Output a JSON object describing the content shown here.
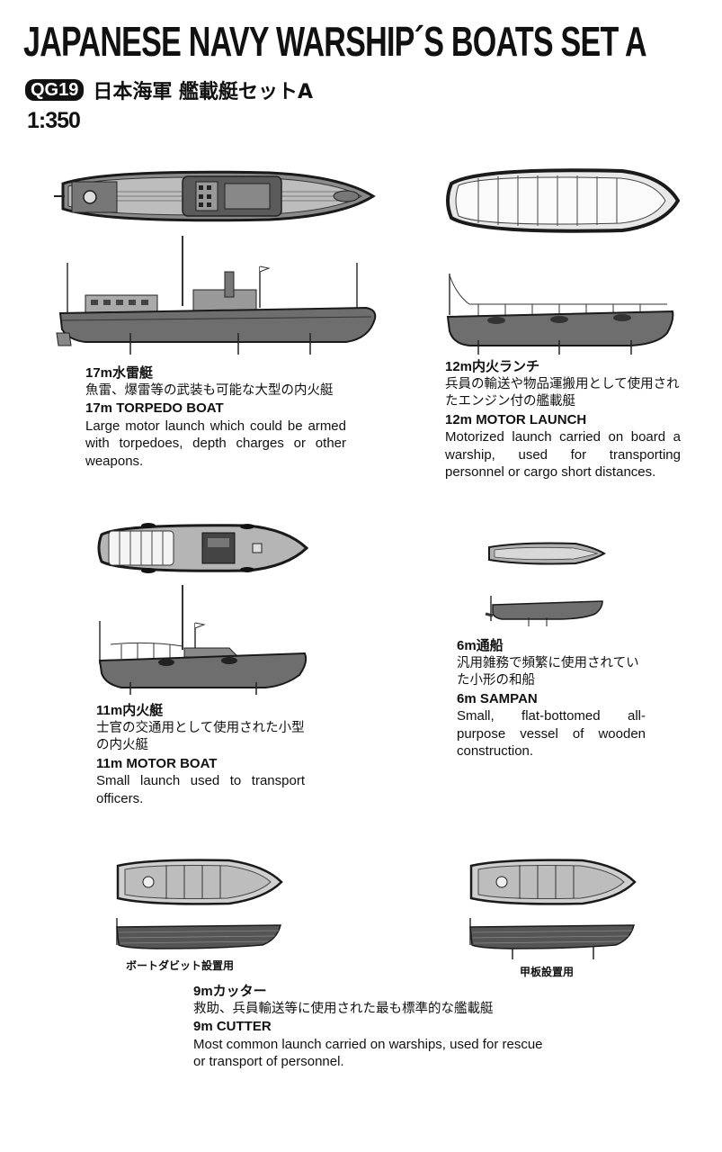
{
  "header": {
    "title": "JAPANESE NAVY WARSHIP´S BOATS SET A",
    "code": "QG19",
    "jp_title": "日本海軍 艦載艇セットA",
    "scale": "1:350"
  },
  "boats": {
    "torpedo": {
      "jp_name": "17m水雷艇",
      "jp_desc": "魚雷、爆雷等の武装も可能な大型の内火艇",
      "en_name": "17m TORPEDO BOAT",
      "en_desc": "Large motor launch which could be armed with torpedoes, depth charges or other weapons."
    },
    "launch": {
      "jp_name": "12m内火ランチ",
      "jp_desc": "兵員の輸送や物品運搬用として使用されたエンジン付の艦載艇",
      "en_name": "12m MOTOR LAUNCH",
      "en_desc": "Motorized launch carried on board a warship, used for transporting personnel or cargo short distances."
    },
    "motorboat": {
      "jp_name": "11m内火艇",
      "jp_desc": "士官の交通用として使用された小型の内火艇",
      "en_name": "11m MOTOR BOAT",
      "en_desc": "Small launch used to transport officers."
    },
    "sampan": {
      "jp_name": "6m通船",
      "jp_desc": "汎用雑務で頻繁に使用されていた小形の和船",
      "en_name": "6m SAMPAN",
      "en_desc": "Small, flat-bottomed all-purpose vessel of wooden construction."
    },
    "cutter": {
      "caption_left": "ボートダビット設置用",
      "caption_right": "甲板設置用",
      "jp_name": "9mカッター",
      "jp_desc": "救助、兵員輸送等に使用された最も標準的な艦載艇",
      "en_name": "9m CUTTER",
      "en_desc": "Most common launch carried on warships, used for rescue or transport of personnel."
    }
  },
  "colors": {
    "hull": "#6e6e6e",
    "deck": "#b9b9b9",
    "line": "#1a1a1a"
  }
}
